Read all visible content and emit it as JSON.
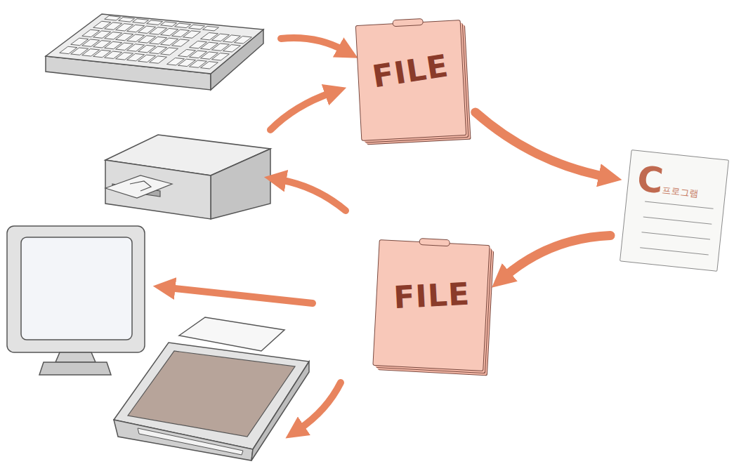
{
  "diagram": {
    "nodes": [
      {
        "text": [
          "FILE"
        ]
      },
      {
        "text": [
          "C프로그램"
        ]
      },
      {
        "text": [
          "FILE"
        ]
      }
    ],
    "edges": [
      {
        "from": 0,
        "to": 1,
        "arrow": "to"
      },
      {
        "from": 1,
        "to": 2,
        "arrow": "to"
      }
    ]
  }
}
